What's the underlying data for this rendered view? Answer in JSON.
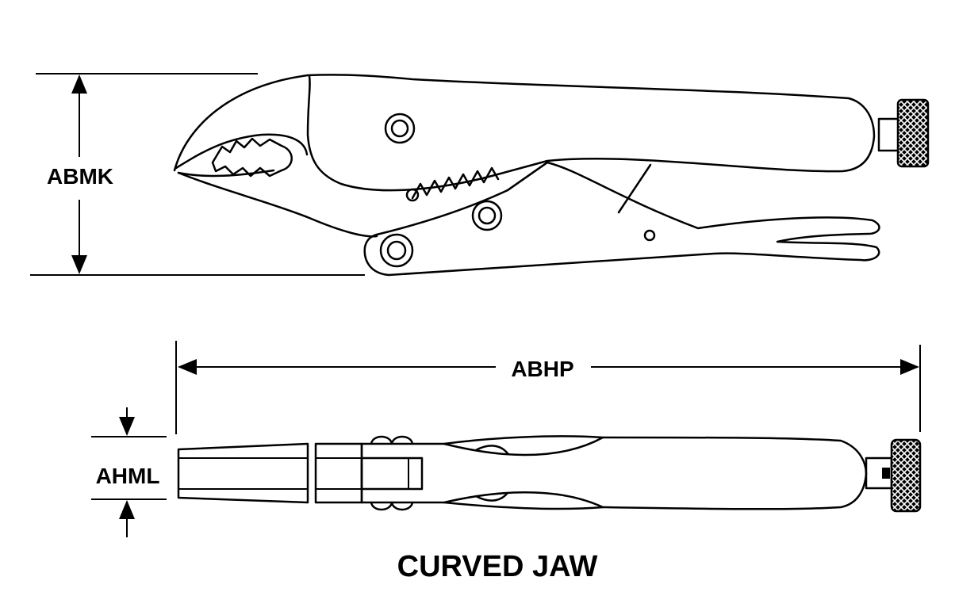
{
  "diagram": {
    "caption": "CURVED JAW",
    "dimensions": {
      "height": "ABMK",
      "length": "ABHP",
      "width": "AHML"
    }
  }
}
